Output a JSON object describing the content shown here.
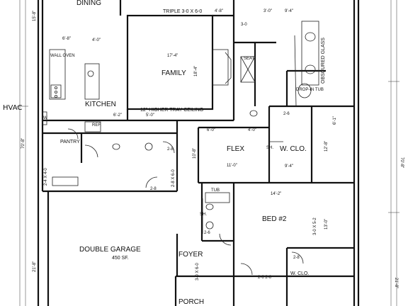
{
  "rooms": {
    "dining": "DINING",
    "family": "FAMILY",
    "kitchen": "KITCHEN",
    "flex": "FLEX",
    "w_clo": "W. CLO.",
    "pantry": "PANTRY",
    "bed2": "BED #2",
    "garage": "DOUBLE GARAGE",
    "garage_area": "450 SF.",
    "foyer": "FOYER",
    "porch": "PORCH",
    "w_clo2": "W. CLO."
  },
  "notes": {
    "triple": "TRIPLE 3-0 X 6-0",
    "tray": "12\" HIGHER TRAY CEILING",
    "obscured": "OBSCURED GLASS",
    "drop_tub": "DROP-IN TUB",
    "wall_oven": "WALL OVEN",
    "seat": "SEAT",
    "tub": "TUB",
    "ref": "REF.",
    "sh1": "SH.",
    "sh2": "SH.",
    "hvac": "HVAC",
    "wh": "W"
  },
  "dims": {
    "family_w": "17'-4\"",
    "family_d": "18'-4\"",
    "flex_w": "11'-0\"",
    "flex_d": "10'-8\"",
    "bed2_w": "14'-2\"",
    "bed2_d": "13'-0\"",
    "w_clo_w": "9'-4\"",
    "kitchen_top": "4'-0\"",
    "kitchen_left": "6'-8\"",
    "pantry_dim": "6'-2\"",
    "overall_r1": "70'-8\"",
    "overall_r2": "21'-8\"",
    "overall_l1": "70'-8\"",
    "overall_l2": "21'-8\"",
    "d1": "2-8",
    "d2": "3-0",
    "d3": "2-6",
    "d4": "4'-8\"",
    "d5": "9'-4\"",
    "d6": "3'-0\"",
    "d7": "2-4 X 4-0",
    "d8": "5'-0\"",
    "d9": "4'-0\"",
    "d10": "6'-0\"",
    "d11": "3-0 X 5-2",
    "d12": "2-8 X 6-0",
    "d13": "3-0 X 6-0",
    "d14": "2-6",
    "d15": "2-8",
    "d16": "2-8",
    "d17": "2-6 2-6",
    "d18": "15'-8\"",
    "d19": "12'-8\"",
    "d20": "6'-1\""
  }
}
